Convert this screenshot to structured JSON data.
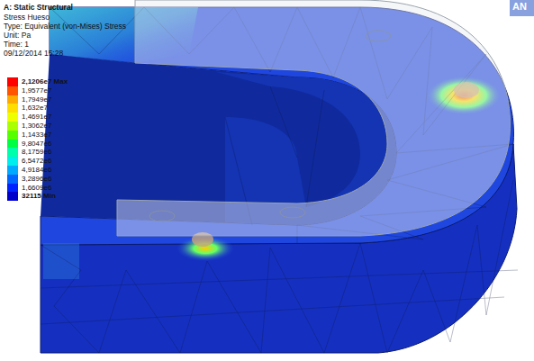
{
  "diagram": {
    "labels": [
      "A: Static Structural",
      "Stress Hueso",
      "Type: Equivalent (von-Mises) Stress",
      "Unit: Pa",
      "Time: 1",
      "09/12/2014 15:28",
      "AN"
    ],
    "legend": [
      {
        "text": "2,1206e7 Max",
        "color": "#ff0000"
      },
      {
        "text": "1,9577e7",
        "color": "#ff5500"
      },
      {
        "text": "1,7949e7",
        "color": "#ffaa00"
      },
      {
        "text": "1,632e7",
        "color": "#ffdd00"
      },
      {
        "text": "1,4691e7",
        "color": "#eeff00"
      },
      {
        "text": "1,3062e7",
        "color": "#aaff00"
      },
      {
        "text": "1,1433e7",
        "color": "#55ff00"
      },
      {
        "text": "9,8047e6",
        "color": "#00ff44"
      },
      {
        "text": "8,1759e6",
        "color": "#00ffaa"
      },
      {
        "text": "6,5472e6",
        "color": "#00eeee"
      },
      {
        "text": "4,9184e6",
        "color": "#00aaff"
      },
      {
        "text": "3,2896e6",
        "color": "#0066ff"
      },
      {
        "text": "1,6609e6",
        "color": "#0022ff"
      },
      {
        "text": "32115 Min",
        "color": "#0000cc"
      }
    ]
  }
}
